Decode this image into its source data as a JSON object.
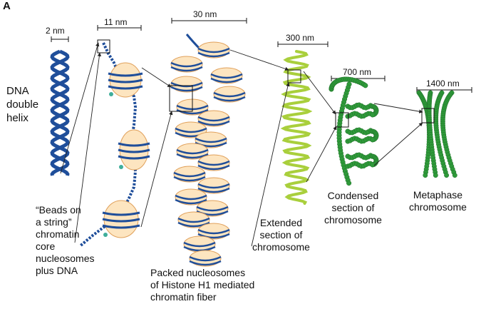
{
  "panel_letter": "A",
  "stages": [
    {
      "scale": "2 nm",
      "label": "DNA\ndouble\nhelix"
    },
    {
      "scale": "11 nm",
      "label": "“Beads on\na string”\nchromatin\ncore\nnucleosomes\nplus DNA"
    },
    {
      "scale": "30 nm",
      "label": "Packed nucleosomes\nof Histone H1 mediated\nchromatin fiber"
    },
    {
      "scale": "300 nm",
      "label": "Extended\nsection of\nchromosome"
    },
    {
      "scale": "700 nm",
      "label": "Condensed\nsection of\nchromosome"
    },
    {
      "scale": "1400 nm",
      "label": "Metaphase\nchromosome"
    }
  ],
  "colors": {
    "dna": "#1f4e9a",
    "histone_fill": "#fde5c0",
    "histone_edge": "#e0a05a",
    "extended": "#a9cf3c",
    "chromosome": "#2f9a3a",
    "arrow": "#222222",
    "linker": "#3fae9a"
  }
}
